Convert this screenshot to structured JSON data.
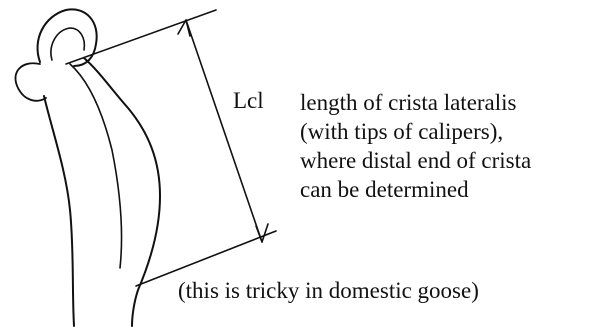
{
  "measurement": {
    "abbreviation": "Lcl",
    "description_lines": [
      "length of crista lateralis",
      "(with tips of calipers),",
      "where distal end of crista",
      "can be determined"
    ],
    "note": "(this is tricky in domestic goose)"
  },
  "colors": {
    "ink": "#111111",
    "background": "#ffffff"
  }
}
